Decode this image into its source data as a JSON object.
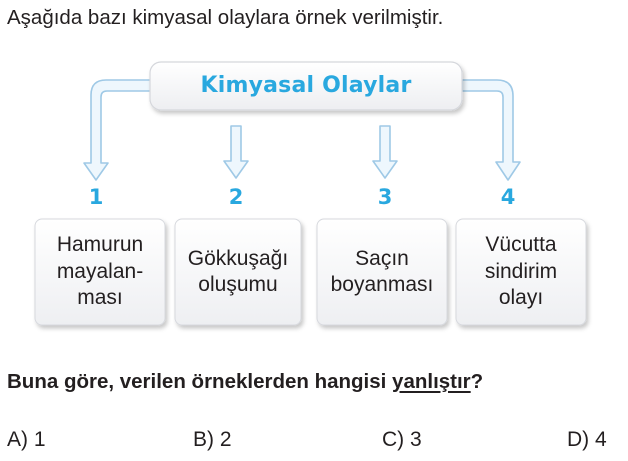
{
  "intro": "Aşağıda bazı kimyasal olaylara örnek verilmiştir.",
  "diagram": {
    "title": "Kimyasal Olaylar",
    "items": [
      {
        "number": "1",
        "lines": [
          "Hamurun",
          "mayalan-",
          "ması"
        ]
      },
      {
        "number": "2",
        "lines": [
          "Gökkuşağı",
          "oluşumu"
        ]
      },
      {
        "number": "3",
        "lines": [
          "Saçın",
          "boyanması"
        ]
      },
      {
        "number": "4",
        "lines": [
          "Vücutta",
          "sindirim",
          "olayı"
        ]
      }
    ]
  },
  "question": {
    "prefix": "Buna göre, verilen örneklerden hangisi ",
    "underlined": "yanlıştır",
    "suffix": "?"
  },
  "options": [
    "A) 1",
    "B) 2",
    "C) 3",
    "D) 4"
  ],
  "colors": {
    "accent": "#29a8df",
    "arrow_fill": "#eef7fd",
    "arrow_stroke": "#9fc9e6",
    "box_fill": "#f4f4f6"
  }
}
